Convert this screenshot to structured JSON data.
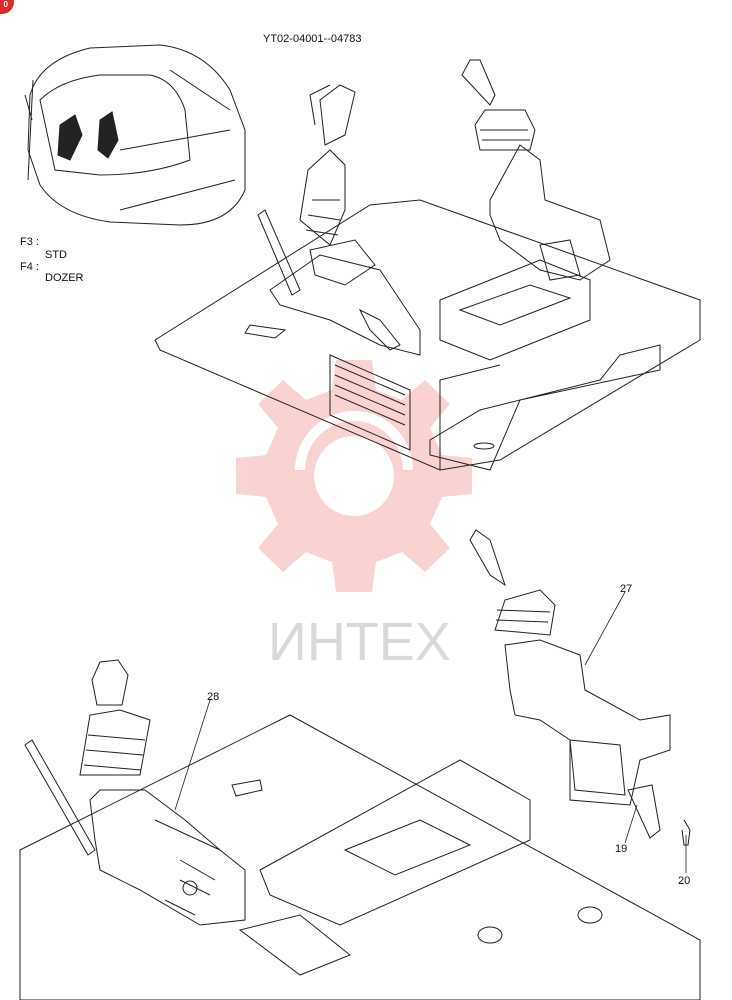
{
  "header": {
    "serial_range": "YT02-04001--04783"
  },
  "badge": {
    "text": "0"
  },
  "legend": [
    {
      "code": "F3 :",
      "desc": "STD"
    },
    {
      "code": "F4 :",
      "desc": "DOZER"
    }
  ],
  "callouts": [
    "27",
    "28",
    "19",
    "20"
  ],
  "watermark": {
    "text": "ИНТЕХ",
    "color": "#e53935"
  }
}
